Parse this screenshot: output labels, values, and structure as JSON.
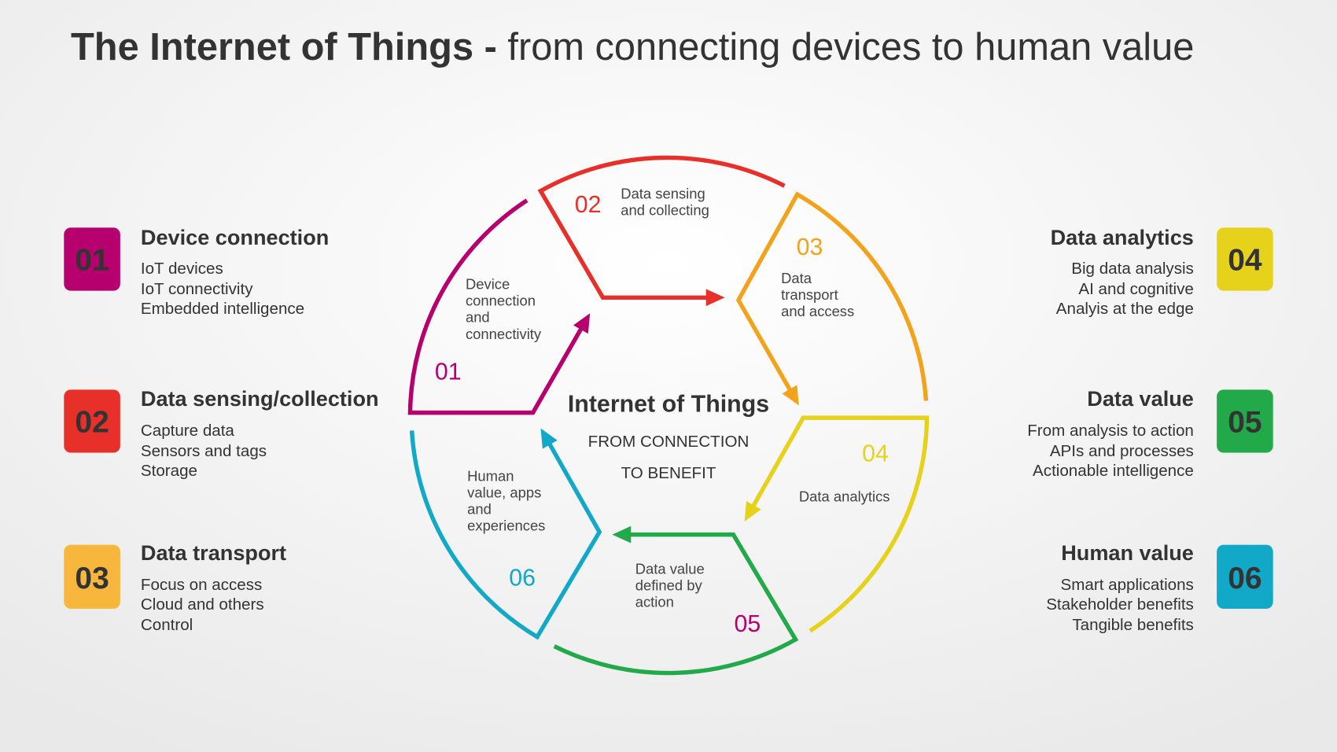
{
  "title": {
    "bold": "The Internet of Things -",
    "regular": " from connecting devices to human value"
  },
  "center": {
    "title": "Internet of Things",
    "line1": "FROM CONNECTION",
    "line2": "TO BENEFIT"
  },
  "colors": {
    "magenta": "#b5006e",
    "red": "#e8302a",
    "orange": "#f3a31b",
    "yellow": "#e6d21a",
    "green": "#22a94a",
    "cyan": "#12a8c8",
    "box_orange": "#f6b73c"
  },
  "segments": [
    {
      "num": "01",
      "lines": [
        "Device",
        "connection",
        "and",
        "connectivity"
      ]
    },
    {
      "num": "02",
      "lines": [
        "Data sensing",
        "and collecting"
      ]
    },
    {
      "num": "03",
      "lines": [
        "Data",
        "transport",
        "and access"
      ]
    },
    {
      "num": "04",
      "lines": [
        "Data analytics"
      ]
    },
    {
      "num": "05",
      "lines": [
        "Data value",
        "defined by",
        "action"
      ]
    },
    {
      "num": "06",
      "lines": [
        "Human",
        "value, apps",
        "and",
        "experiences"
      ]
    }
  ],
  "cards": [
    {
      "num": "01",
      "heading": "Device connection",
      "items": [
        "IoT devices",
        "IoT connectivity",
        "Embedded intelligence"
      ]
    },
    {
      "num": "02",
      "heading": "Data sensing/collection",
      "items": [
        "Capture data",
        "Sensors and tags",
        "Storage"
      ]
    },
    {
      "num": "03",
      "heading": "Data transport",
      "items": [
        "Focus on access",
        "Cloud and others",
        "Control"
      ]
    },
    {
      "num": "04",
      "heading": "Data analytics",
      "items": [
        "Big data analysis",
        "AI and cognitive",
        "Analyis at the edge"
      ]
    },
    {
      "num": "05",
      "heading": "Data value",
      "items": [
        "From analysis to action",
        "APIs and processes",
        "Actionable intelligence"
      ]
    },
    {
      "num": "06",
      "heading": "Human value",
      "items": [
        "Smart applications",
        "Stakeholder benefits",
        "Tangible benefits"
      ]
    }
  ]
}
